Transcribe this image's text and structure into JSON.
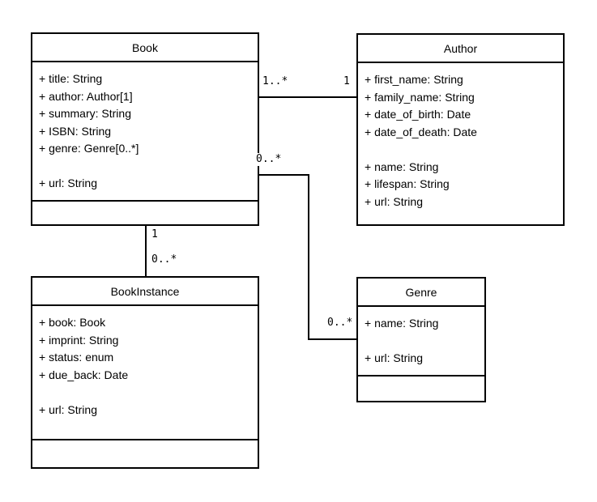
{
  "diagram": {
    "type": "uml-class-diagram",
    "background_color": "#ffffff",
    "line_color": "#000000",
    "classes": {
      "book": {
        "title": "Book",
        "attributes": [
          "+ title: String",
          "+ author: Author[1]",
          "+ summary: String",
          "+ ISBN: String",
          "+ genre: Genre[0..*]",
          "",
          "+ url: String"
        ]
      },
      "author": {
        "title": "Author",
        "attributes": [
          "+ first_name: String",
          "+ family_name: String",
          "+ date_of_birth: Date",
          "+ date_of_death: Date",
          "",
          "+ name: String",
          "+ lifespan: String",
          "+ url: String"
        ]
      },
      "book_instance": {
        "title": "BookInstance",
        "attributes": [
          "+ book: Book",
          "+ imprint: String",
          "+ status: enum",
          "+ due_back: Date",
          "",
          "+ url: String"
        ]
      },
      "genre": {
        "title": "Genre",
        "attributes": [
          "+ name: String",
          "",
          "+ url: String"
        ]
      }
    },
    "relationships": {
      "book_author": {
        "from": "Book",
        "to": "Author",
        "from_mult": "1..*",
        "to_mult": "1"
      },
      "book_book_instance": {
        "from": "Book",
        "to": "BookInstance",
        "from_mult": "1",
        "to_mult": "0..*"
      },
      "book_genre": {
        "from": "Book",
        "to": "Genre",
        "from_mult": "0..*",
        "to_mult": "0..*"
      }
    }
  }
}
